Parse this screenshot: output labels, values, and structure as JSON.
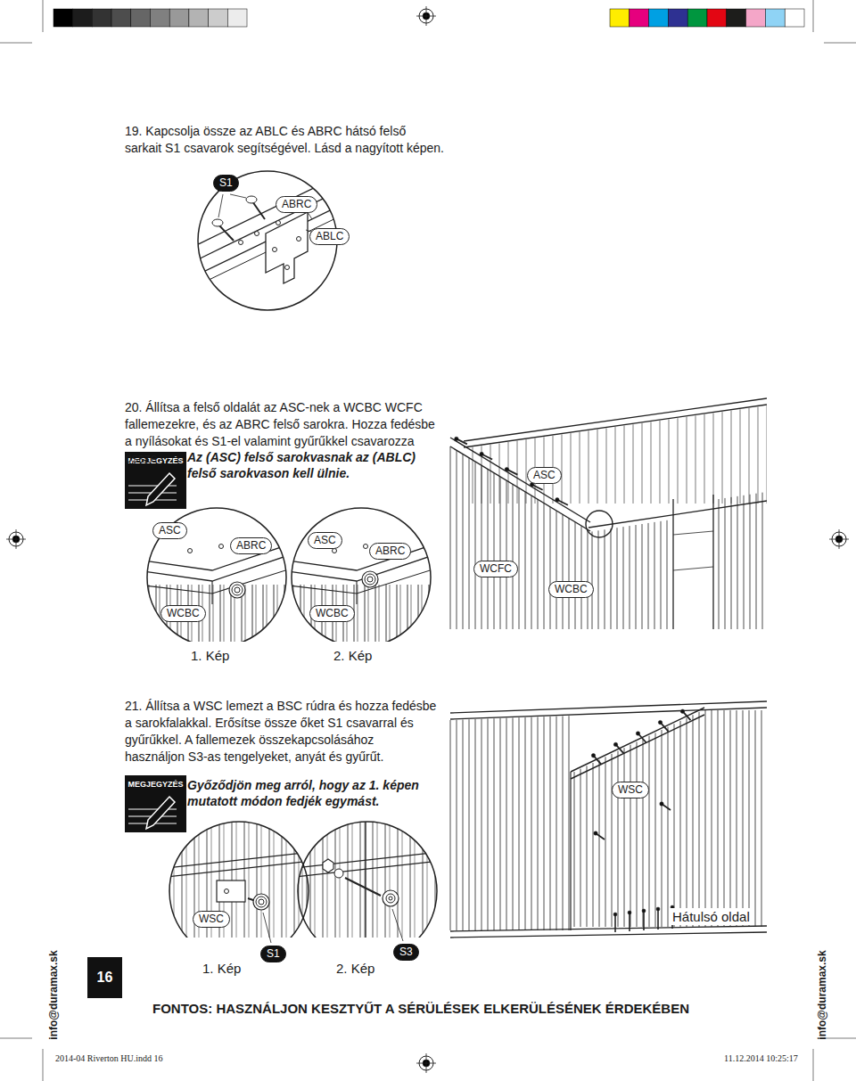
{
  "diagram": {
    "nodes": [
      {
        "text": [
          "S1"
        ]
      },
      {
        "text": [
          "ABRC"
        ]
      },
      {
        "text": [
          "ABLC"
        ]
      },
      {
        "text": [
          "MEGJEGYZÉS"
        ]
      },
      {
        "text": [
          "ASC"
        ]
      },
      {
        "text": [
          "ASC"
        ]
      },
      {
        "text": [
          "ABRC"
        ]
      },
      {
        "text": [
          "ASC"
        ]
      },
      {
        "text": [
          "ABRC"
        ]
      },
      {
        "text": [
          "WCFC"
        ]
      },
      {
        "text": [
          "WCBC"
        ]
      },
      {
        "text": [
          "WCBC"
        ]
      },
      {
        "text": [
          "WCBC"
        ]
      },
      {
        "text": [
          "MEGJEGYZÉS"
        ]
      },
      {
        "text": [
          "WSC"
        ]
      },
      {
        "text": [
          "WSC"
        ]
      },
      {
        "text": [
          "S1"
        ]
      },
      {
        "text": [
          "S3"
        ]
      },
      {
        "text": [
          "16"
        ]
      }
    ],
    "labels": [
      "19. Kapcsolja össze az ABLC és ABRC hátsó felső sarkait S1 csavarok segítségével. Lásd a nagyított képen.",
      "20. Állítsa a felső oldalát az ASC-nek a WCBC WCFC fallemezekre, és az ABRC felső sarokra. Hozza fedésbe a nyílásokat és S1-el valamint gyűrűkkel csavarozza össze.",
      "Az (ASC) felső sarokvasnak az (ABLC) felső sarokvason kell ülnie.",
      "1. Kép",
      "2. Kép",
      "21. Állítsa a WSC lemezt a BSC rúdra és hozza fedésbe a sarokfalakkal. Erősítse össze őket S1 csavarral és gyűrűkkel. A fallemezek összekapcsolásához használjon S3-as tengelyeket, anyát és gyűrűt.",
      "Győződjön meg arról, hogy az 1. képen mutatott módon fedjék egymást.",
      "Hátulsó oldal",
      "1. Kép",
      "2. Kép",
      "FONTOS: HASZNÁLJON KESZTYŰT A SÉRÜLÉSEK ELKERÜLÉSÉNEK ÉRDEKÉBEN",
      "info@duramax.sk",
      "info@duramax.sk",
      "2014-04 Riverton HU.indd 16",
      "11.12.2014 10:25:17"
    ]
  }
}
